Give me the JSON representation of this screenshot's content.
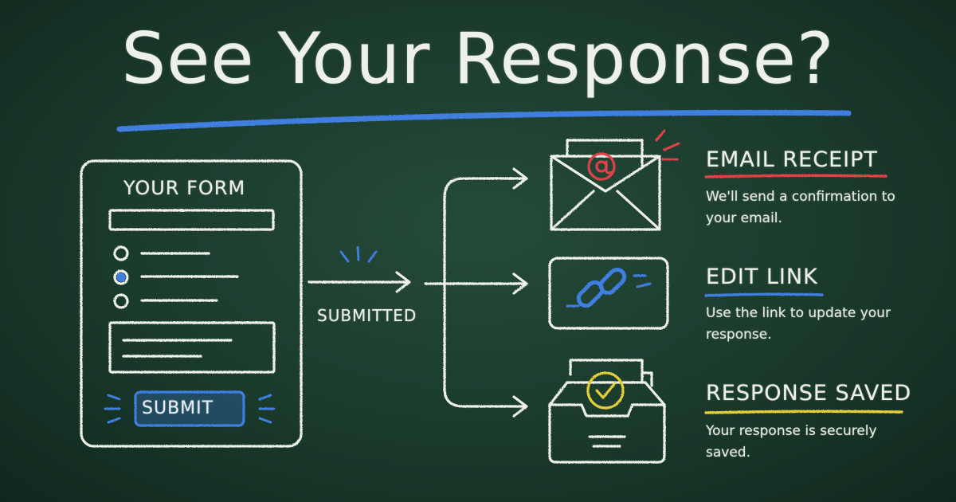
{
  "title": "See Your Response?",
  "form": {
    "title": "YOUR FORM",
    "submit_label": "SUBMIT"
  },
  "flow_label": "SUBMITTED",
  "outcomes": [
    {
      "title": "EMAIL RECEIPT",
      "description": "We'll send a confirmation to your email.",
      "icon": "envelope-at-icon",
      "accent": "#e0424a"
    },
    {
      "title": "EDIT LINK",
      "description": "Use the link to update your response.",
      "icon": "chain-link-icon",
      "accent": "#3f7fe0"
    },
    {
      "title": "RESPONSE SAVED",
      "description": "Your response is securely saved.",
      "icon": "inbox-check-icon",
      "accent": "#e2cf3a"
    }
  ],
  "colors": {
    "chalk": "#eef0ea",
    "blue": "#3f7fe0",
    "red": "#e0424a",
    "yellow": "#e2cf3a",
    "board": "#1c3d2e"
  }
}
